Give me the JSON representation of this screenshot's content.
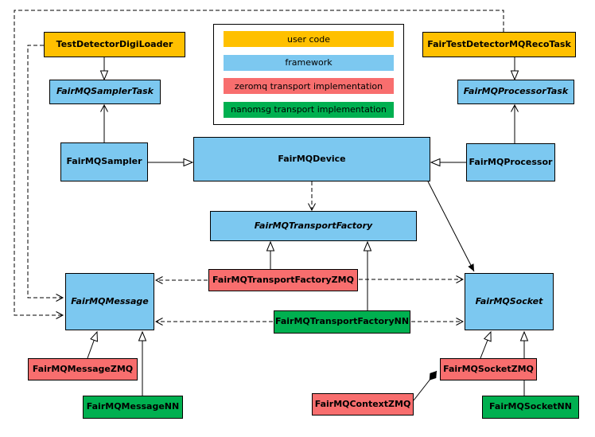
{
  "legend": {
    "items": [
      {
        "label": "user code",
        "color": "#FFC000"
      },
      {
        "label": "framework",
        "color": "#7CC8F0"
      },
      {
        "label": "zeromq transport implementation",
        "color": "#F86E6E"
      },
      {
        "label": "nanomsg transport implementation",
        "color": "#00B050"
      }
    ]
  },
  "nodes": {
    "digiLoader": {
      "label": "TestDetectorDigiLoader",
      "category": "user code",
      "abstract": false
    },
    "recoTask": {
      "label": "FairTestDetectorMQRecoTask",
      "category": "user code",
      "abstract": false
    },
    "samplerTask": {
      "label": "FairMQSamplerTask",
      "category": "framework",
      "abstract": true
    },
    "processorTask": {
      "label": "FairMQProcessorTask",
      "category": "framework",
      "abstract": true
    },
    "sampler": {
      "label": "FairMQSampler",
      "category": "framework",
      "abstract": false
    },
    "device": {
      "label": "FairMQDevice",
      "category": "framework",
      "abstract": false
    },
    "processor": {
      "label": "FairMQProcessor",
      "category": "framework",
      "abstract": false
    },
    "transportFactory": {
      "label": "FairMQTransportFactory",
      "category": "framework",
      "abstract": true
    },
    "transportFactoryZMQ": {
      "label": "FairMQTransportFactoryZMQ",
      "category": "zeromq",
      "abstract": false
    },
    "transportFactoryNN": {
      "label": "FairMQTransportFactoryNN",
      "category": "nanomsg",
      "abstract": false
    },
    "message": {
      "label": "FairMQMessage",
      "category": "framework",
      "abstract": true
    },
    "socket": {
      "label": "FairMQSocket",
      "category": "framework",
      "abstract": true
    },
    "messageZMQ": {
      "label": "FairMQMessageZMQ",
      "category": "zeromq",
      "abstract": false
    },
    "messageNN": {
      "label": "FairMQMessageNN",
      "category": "nanomsg",
      "abstract": false
    },
    "contextZMQ": {
      "label": "FairMQContextZMQ",
      "category": "zeromq",
      "abstract": false
    },
    "socketZMQ": {
      "label": "FairMQSocketZMQ",
      "category": "zeromq",
      "abstract": false
    },
    "socketNN": {
      "label": "FairMQSocketNN",
      "category": "nanomsg",
      "abstract": false
    }
  },
  "edges": [
    {
      "from": "TestDetectorDigiLoader",
      "to": "FairMQSamplerTask",
      "type": "inheritance"
    },
    {
      "from": "FairMQSampler",
      "to": "FairMQSamplerTask",
      "type": "association"
    },
    {
      "from": "FairTestDetectorMQRecoTask",
      "to": "FairMQProcessorTask",
      "type": "inheritance"
    },
    {
      "from": "FairMQProcessor",
      "to": "FairMQProcessorTask",
      "type": "association"
    },
    {
      "from": "FairMQSampler",
      "to": "FairMQDevice",
      "type": "inheritance"
    },
    {
      "from": "FairMQProcessor",
      "to": "FairMQDevice",
      "type": "inheritance"
    },
    {
      "from": "FairMQDevice",
      "to": "FairMQTransportFactory",
      "type": "dependency"
    },
    {
      "from": "FairMQDevice",
      "to": "FairMQSocket",
      "type": "association"
    },
    {
      "from": "FairMQTransportFactoryZMQ",
      "to": "FairMQTransportFactory",
      "type": "inheritance"
    },
    {
      "from": "FairMQTransportFactoryNN",
      "to": "FairMQTransportFactory",
      "type": "inheritance"
    },
    {
      "from": "FairMQTransportFactoryZMQ",
      "to": "FairMQMessage",
      "type": "dependency"
    },
    {
      "from": "FairMQTransportFactoryZMQ",
      "to": "FairMQSocket",
      "type": "dependency"
    },
    {
      "from": "FairMQTransportFactoryNN",
      "to": "FairMQMessage",
      "type": "dependency"
    },
    {
      "from": "FairMQTransportFactoryNN",
      "to": "FairMQSocket",
      "type": "dependency"
    },
    {
      "from": "FairMQMessageZMQ",
      "to": "FairMQMessage",
      "type": "inheritance"
    },
    {
      "from": "FairMQMessageNN",
      "to": "FairMQMessage",
      "type": "inheritance"
    },
    {
      "from": "FairMQSocketZMQ",
      "to": "FairMQSocket",
      "type": "inheritance"
    },
    {
      "from": "FairMQSocketNN",
      "to": "FairMQSocket",
      "type": "inheritance"
    },
    {
      "from": "FairMQContextZMQ",
      "to": "FairMQSocketZMQ",
      "type": "composition"
    },
    {
      "from": "TestDetectorDigiLoader",
      "to": "FairMQMessage",
      "type": "dependency"
    },
    {
      "from": "FairTestDetectorMQRecoTask",
      "to": "FairMQMessage",
      "type": "dependency"
    }
  ],
  "colors": {
    "user_code": "#FFC000",
    "framework": "#7CC8F0",
    "zeromq": "#F86E6E",
    "nanomsg": "#00B050",
    "border": "#000000",
    "background": "#FFFFFF"
  }
}
